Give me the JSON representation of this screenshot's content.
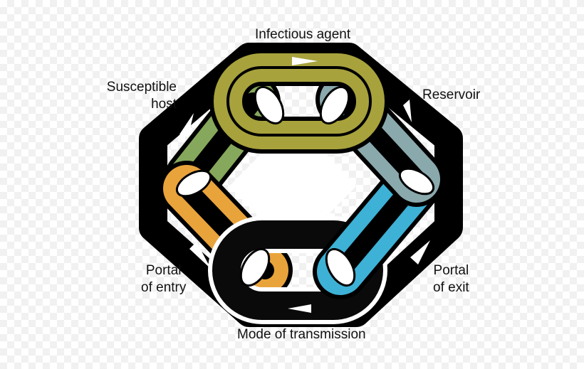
{
  "labels": {
    "infectious_agent": "Infectious agent",
    "reservoir": "Reservoir",
    "susceptible_host_1": "Susceptible",
    "susceptible_host_2": "host",
    "portal_of_entry_1": "Portal",
    "portal_of_entry_2": "of entry",
    "portal_of_exit_1": "Portal",
    "portal_of_exit_2": "of exit",
    "mode_of_transmission": "Mode of transmission"
  },
  "colors": {
    "infectious_agent": "#a7a23c",
    "reservoir": "#8aa9ad",
    "portal_of_exit": "#3eb1d6",
    "mode_of_transmission": "#0a0a0a",
    "portal_of_entry": "#e9a33b",
    "susceptible_host": "#86a85c",
    "outline": "#000000",
    "flow_arrow": "#ffffff"
  }
}
